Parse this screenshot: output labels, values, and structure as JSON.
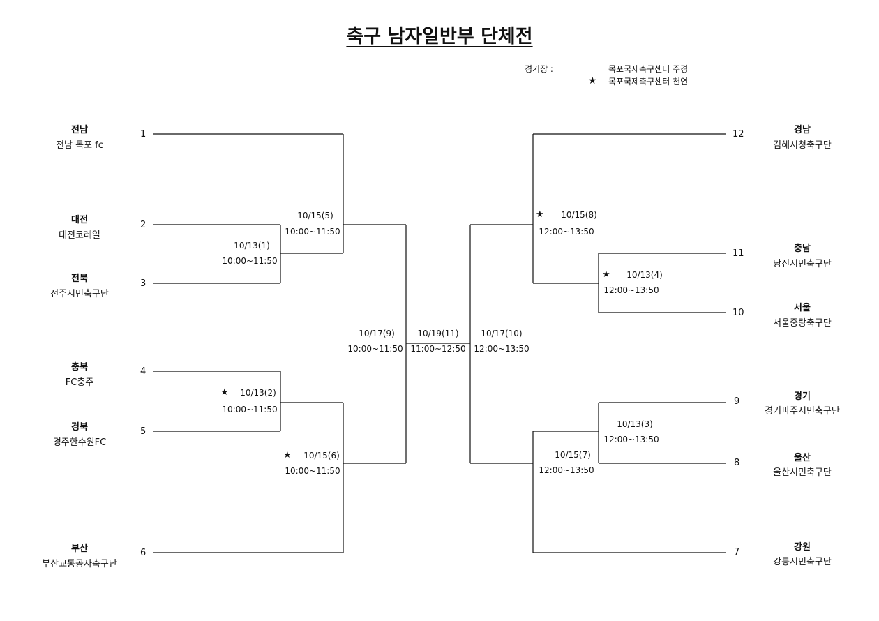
{
  "title": "축구 남자일반부 단체전",
  "venue": {
    "label": "경기장 :",
    "main_field": "목포국제축구센터 주경",
    "star_symbol": "★",
    "star_field": "목포국제축구센터 천연"
  },
  "teams": [
    {
      "seed": "1",
      "region": "전남",
      "team": "전남 목포 fc"
    },
    {
      "seed": "2",
      "region": "대전",
      "team": "대전코레일"
    },
    {
      "seed": "3",
      "region": "전북",
      "team": "전주시민축구단"
    },
    {
      "seed": "4",
      "region": "충북",
      "team": "FC충주"
    },
    {
      "seed": "5",
      "region": "경북",
      "team": "경주한수원FC"
    },
    {
      "seed": "6",
      "region": "부산",
      "team": "부산교통공사축구단"
    },
    {
      "seed": "12",
      "region": "경남",
      "team": "김해시청축구단"
    },
    {
      "seed": "11",
      "region": "충남",
      "team": "당진시민축구단"
    },
    {
      "seed": "10",
      "region": "서울",
      "team": "서울중랑축구단"
    },
    {
      "seed": "9",
      "region": "경기",
      "team": "경기파주시민축구단"
    },
    {
      "seed": "8",
      "region": "울산",
      "team": "울산시민축구단"
    },
    {
      "seed": "7",
      "region": "강원",
      "team": "강릉시민축구단"
    }
  ],
  "matches": [
    {
      "date": "10/13(1)",
      "time": "10:00~11:50",
      "star": ""
    },
    {
      "date": "10/13(2)",
      "time": "10:00~11:50",
      "star": "★"
    },
    {
      "date": "10/15(5)",
      "time": "10:00~11:50",
      "star": ""
    },
    {
      "date": "10/15(6)",
      "time": "10:00~11:50",
      "star": "★"
    },
    {
      "date": "10/17(9)",
      "time": "10:00~11:50",
      "star": ""
    },
    {
      "date": "10/19(11)",
      "time": "11:00~12:50",
      "star": ""
    },
    {
      "date": "10/17(10)",
      "time": "12:00~13:50",
      "star": ""
    },
    {
      "date": "10/15(8)",
      "time": "12:00~13:50",
      "star": "★"
    },
    {
      "date": "10/13(4)",
      "time": "12:00~13:50",
      "star": "★"
    },
    {
      "date": "10/13(3)",
      "time": "12:00~13:50",
      "star": ""
    },
    {
      "date": "10/15(7)",
      "time": "12:00~13:50",
      "star": ""
    }
  ]
}
